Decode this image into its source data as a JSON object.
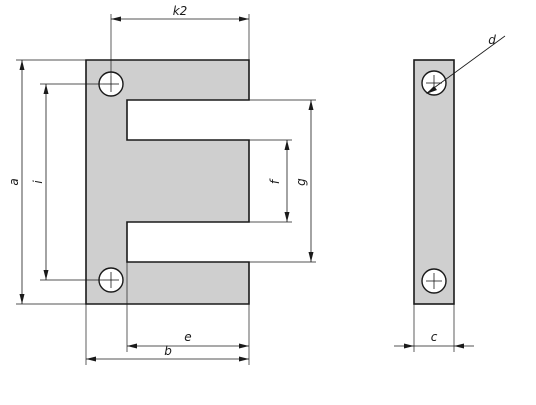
{
  "labels": {
    "k2": "k2",
    "a": "a",
    "i": "i",
    "f": "f",
    "g": "g",
    "e": "e",
    "b": "b",
    "c": "c",
    "d": "d"
  }
}
